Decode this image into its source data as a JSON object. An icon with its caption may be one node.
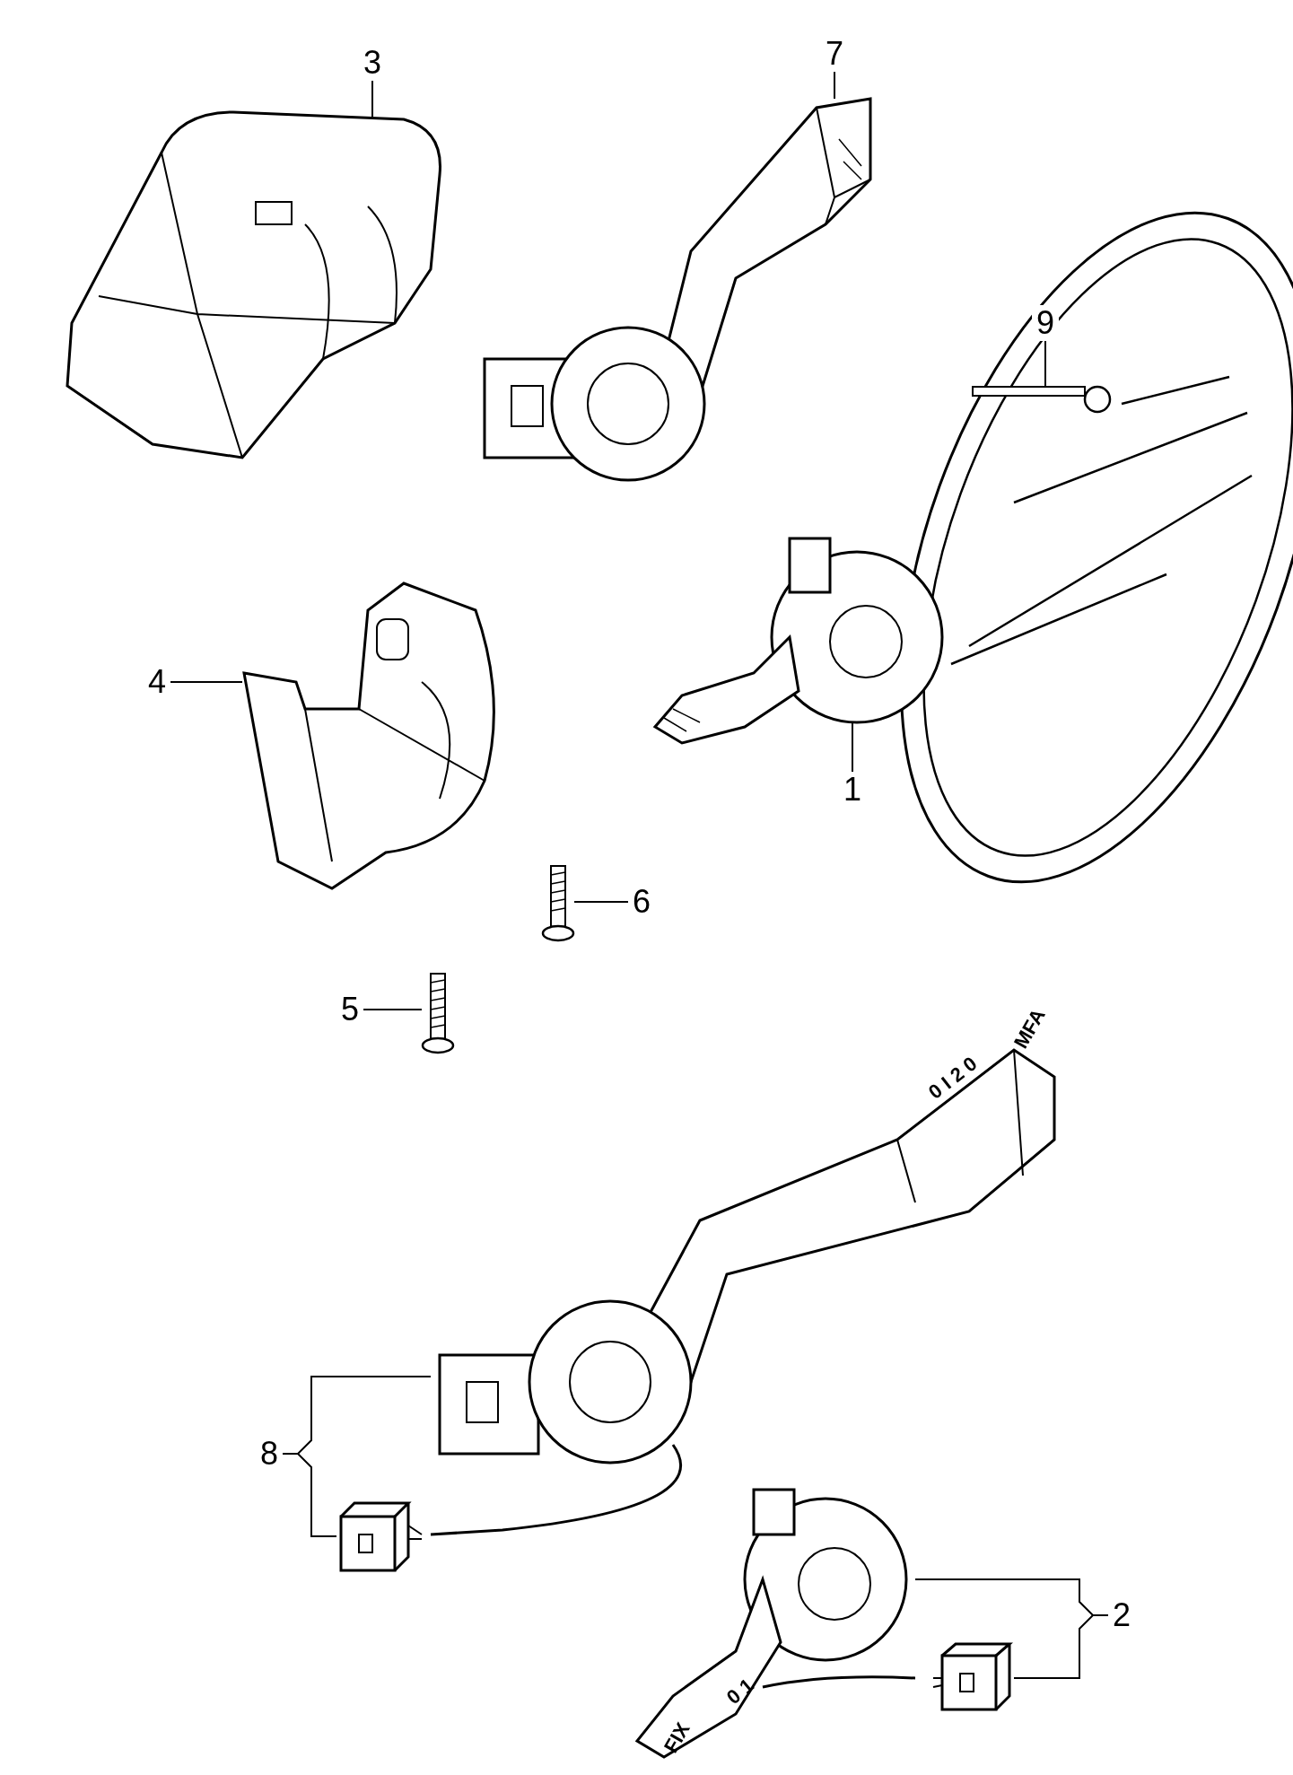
{
  "diagram": {
    "nodes": [
      {
        "text": [
          "7"
        ]
      },
      {
        "text": [
          "3"
        ]
      },
      {
        "text": [
          "9"
        ]
      },
      {
        "text": [
          "1"
        ]
      },
      {
        "text": [
          "4"
        ]
      },
      {
        "text": [
          "6"
        ]
      },
      {
        "text": [
          "5"
        ]
      },
      {
        "text": [
          "8"
        ]
      },
      {
        "text": [
          "2"
        ]
      },
      {
        "text": [],
        "shape": "picture"
      },
      {
        "text": [],
        "shape": "picture"
      },
      {
        "text": [],
        "shape": "picture"
      },
      {
        "text": [],
        "shape": "picture"
      },
      {
        "text": [],
        "shape": "picture"
      },
      {
        "text": [],
        "shape": "picture"
      },
      {
        "text": [],
        "shape": "picture"
      },
      {
        "text": [],
        "shape": "picture"
      },
      {
        "text": [],
        "shape": "picture"
      },
      {
        "text": [],
        "shape": "picture"
      },
      {
        "text": [],
        "shape": "picture"
      }
    ],
    "edges": [
      {
        "from": 0,
        "to": 10,
        "arrow": "none"
      },
      {
        "from": 1,
        "to": 9,
        "arrow": "none"
      },
      {
        "from": 2,
        "to": 11,
        "arrow": "none"
      },
      {
        "from": 3,
        "to": 12,
        "arrow": "none"
      },
      {
        "from": 4,
        "to": 13,
        "arrow": "none"
      },
      {
        "from": 5,
        "to": 14,
        "arrow": "none"
      },
      {
        "from": 6,
        "to": 15,
        "arrow": "none"
      },
      {
        "from": 7,
        "to": 16,
        "arrow": "none"
      },
      {
        "from": 7,
        "to": 17,
        "arrow": "none"
      },
      {
        "from": 8,
        "to": 18,
        "arrow": "none"
      },
      {
        "from": 8,
        "to": 19,
        "arrow": "none"
      }
    ],
    "labels": [
      "0 I 2 0",
      "MFA",
      "0 1",
      "FIX"
    ]
  }
}
